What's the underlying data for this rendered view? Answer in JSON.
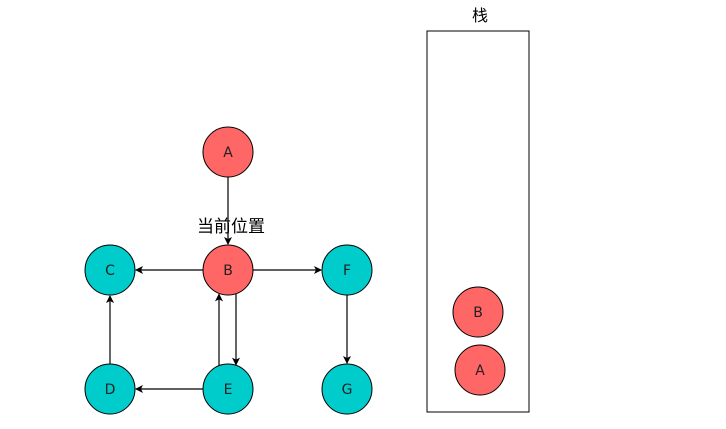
{
  "graph": {
    "current_label": "当前位置",
    "nodes": [
      {
        "id": "A",
        "label": "A",
        "state": "visited"
      },
      {
        "id": "B",
        "label": "B",
        "state": "visited"
      },
      {
        "id": "C",
        "label": "C",
        "state": "unvisited"
      },
      {
        "id": "D",
        "label": "D",
        "state": "unvisited"
      },
      {
        "id": "E",
        "label": "E",
        "state": "unvisited"
      },
      {
        "id": "F",
        "label": "F",
        "state": "unvisited"
      },
      {
        "id": "G",
        "label": "G",
        "state": "unvisited"
      }
    ],
    "edges": [
      [
        "A",
        "B"
      ],
      [
        "B",
        "C"
      ],
      [
        "B",
        "F"
      ],
      [
        "B",
        "E"
      ],
      [
        "E",
        "B"
      ],
      [
        "E",
        "D"
      ],
      [
        "D",
        "C"
      ],
      [
        "F",
        "G"
      ]
    ]
  },
  "stack": {
    "title": "栈",
    "items": [
      "B",
      "A"
    ]
  },
  "colors": {
    "visited": "#ff6666",
    "unvisited": "#00cccc",
    "stroke": "#000000"
  }
}
